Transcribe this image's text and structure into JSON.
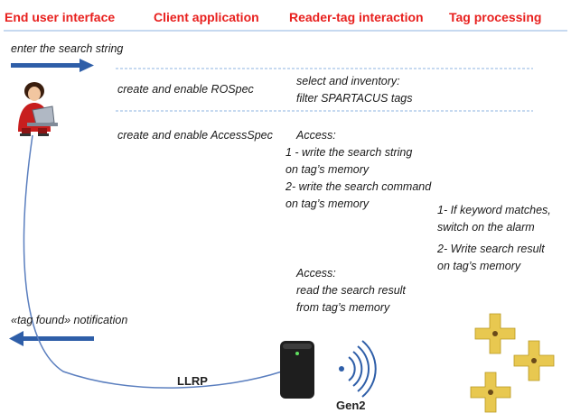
{
  "headers": {
    "end_user": "End user interface",
    "client_app": "Client application",
    "reader_tag": "Reader-tag interaction",
    "tag_processing": "Tag processing"
  },
  "end_user": {
    "enter_search": "enter the search string",
    "tag_found": "«tag found» notification"
  },
  "client": {
    "rospec": "create and enable ROSpec",
    "accessspec": "create and enable AccessSpec"
  },
  "reader": {
    "select_line1": "select and inventory:",
    "select_line2": "filter SPARTACUS tags",
    "access_title": "Access:",
    "write_line1": "1 - write the search string",
    "write_line2": "on tag’s memory",
    "write_line3": "2- write the search command",
    "write_line4": "on tag’s memory",
    "access2_title": "Access:",
    "read_line1": "read the search result",
    "read_line2": "from tag’s memory"
  },
  "tag": {
    "line1": "1- If keyword matches,",
    "line2": "switch on the alarm",
    "line3": "2- Write search result",
    "line4": "on tag’s memory"
  },
  "links": {
    "llrp": "LLRP",
    "gen2": "Gen2"
  },
  "colors": {
    "header": "#e8201e",
    "arrow": "#2e5ea8",
    "line": "#5b7fbf",
    "dashed": "#8db3e2",
    "tag": "#e8c850"
  }
}
